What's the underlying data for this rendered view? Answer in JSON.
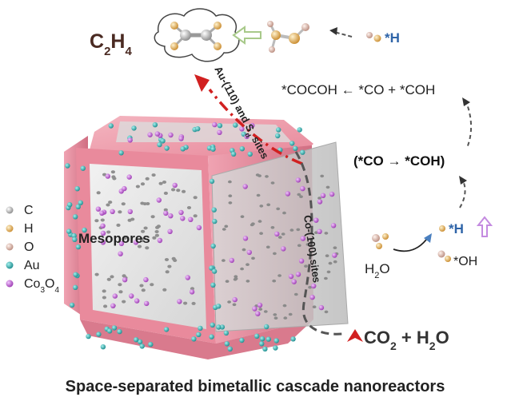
{
  "products": {
    "c2h4": "C",
    "c2h4_sub1": "2",
    "c2h4_mid": "H",
    "c2h4_sub2": "4"
  },
  "intermediates": {
    "h_star": "*H",
    "cocoh_line": "*COCOH ← *CO + *COH",
    "co_to_coh": "(*CO → *COH)",
    "h_star_2": "*H",
    "oh_star": "*OH",
    "h2o": "H",
    "h2o_sub": "2",
    "h2o_end": "O"
  },
  "reactants": {
    "co2_text": "CO",
    "co2_sub": "2",
    "plus": " + H",
    "h2o_sub": "2",
    "h2o_end": "O"
  },
  "sites": {
    "au_label": "Au-(110) and S",
    "au_sub": "d",
    "au_end": " sites",
    "co_label": "Co-(100) sites"
  },
  "cube": {
    "mesopores_label": "Mesopores"
  },
  "legend": {
    "items": [
      {
        "label": "C",
        "color": "#b9b9b9"
      },
      {
        "label": "H",
        "color": "#e0b070"
      },
      {
        "label": "O",
        "color": "#d9bcb0"
      },
      {
        "label": "Au",
        "color": "#2aa8a8"
      },
      {
        "label": "Co",
        "sub": "3",
        "mid": "O",
        "sub2": "4",
        "color": "#b94fc9"
      }
    ]
  },
  "caption": "Space-separated bimetallic cascade nanoreactors",
  "colors": {
    "cube_pink": "#e98a9c",
    "cube_pink_dark": "#c9677a",
    "red_arrow": "#d12020",
    "dark_text": "#222222",
    "blue_h": "#2f64a8",
    "gray_dashed": "#555555"
  }
}
